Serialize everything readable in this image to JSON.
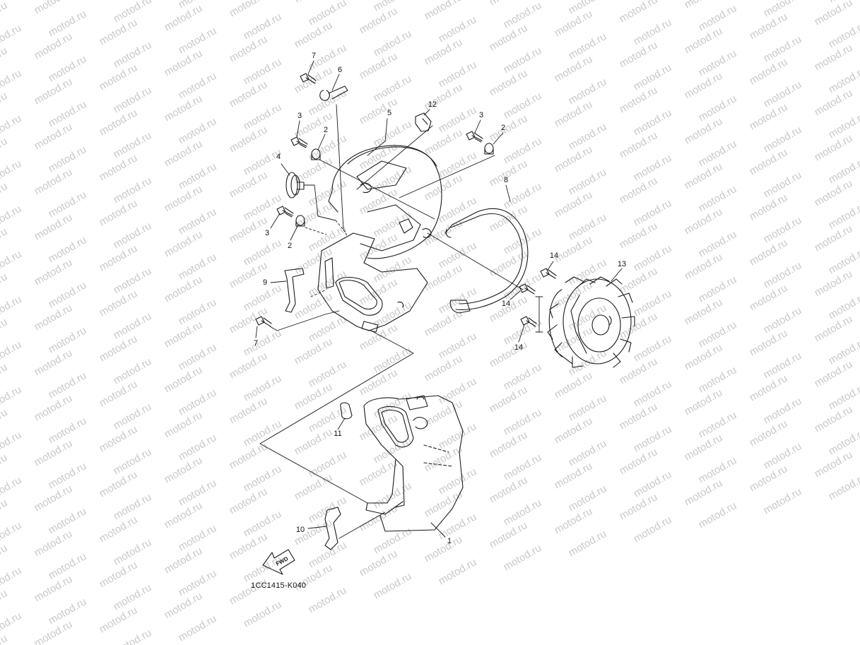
{
  "watermark": {
    "text": "motod.ru",
    "color": "#c9c9c9"
  },
  "diagram": {
    "code": "1CC1415-K040",
    "fwd_label": "FWD",
    "callouts": [
      {
        "id": "c-7a",
        "text": "7"
      },
      {
        "id": "c-6",
        "text": "6"
      },
      {
        "id": "c-3a",
        "text": "3"
      },
      {
        "id": "c-2a",
        "text": "2"
      },
      {
        "id": "c-5",
        "text": "5"
      },
      {
        "id": "c-12",
        "text": "12"
      },
      {
        "id": "c-3b",
        "text": "3"
      },
      {
        "id": "c-2b",
        "text": "2"
      },
      {
        "id": "c-4",
        "text": "4"
      },
      {
        "id": "c-8",
        "text": "8"
      },
      {
        "id": "c-3c",
        "text": "3"
      },
      {
        "id": "c-2c",
        "text": "2"
      },
      {
        "id": "c-9",
        "text": "9"
      },
      {
        "id": "c-14a",
        "text": "14"
      },
      {
        "id": "c-13",
        "text": "13"
      },
      {
        "id": "c-14b",
        "text": "14"
      },
      {
        "id": "c-7b",
        "text": "7"
      },
      {
        "id": "c-14c",
        "text": "14"
      },
      {
        "id": "c-11",
        "text": "11"
      },
      {
        "id": "c-10",
        "text": "10"
      },
      {
        "id": "c-1",
        "text": "1"
      }
    ],
    "line_color": "#1a1a1a"
  }
}
